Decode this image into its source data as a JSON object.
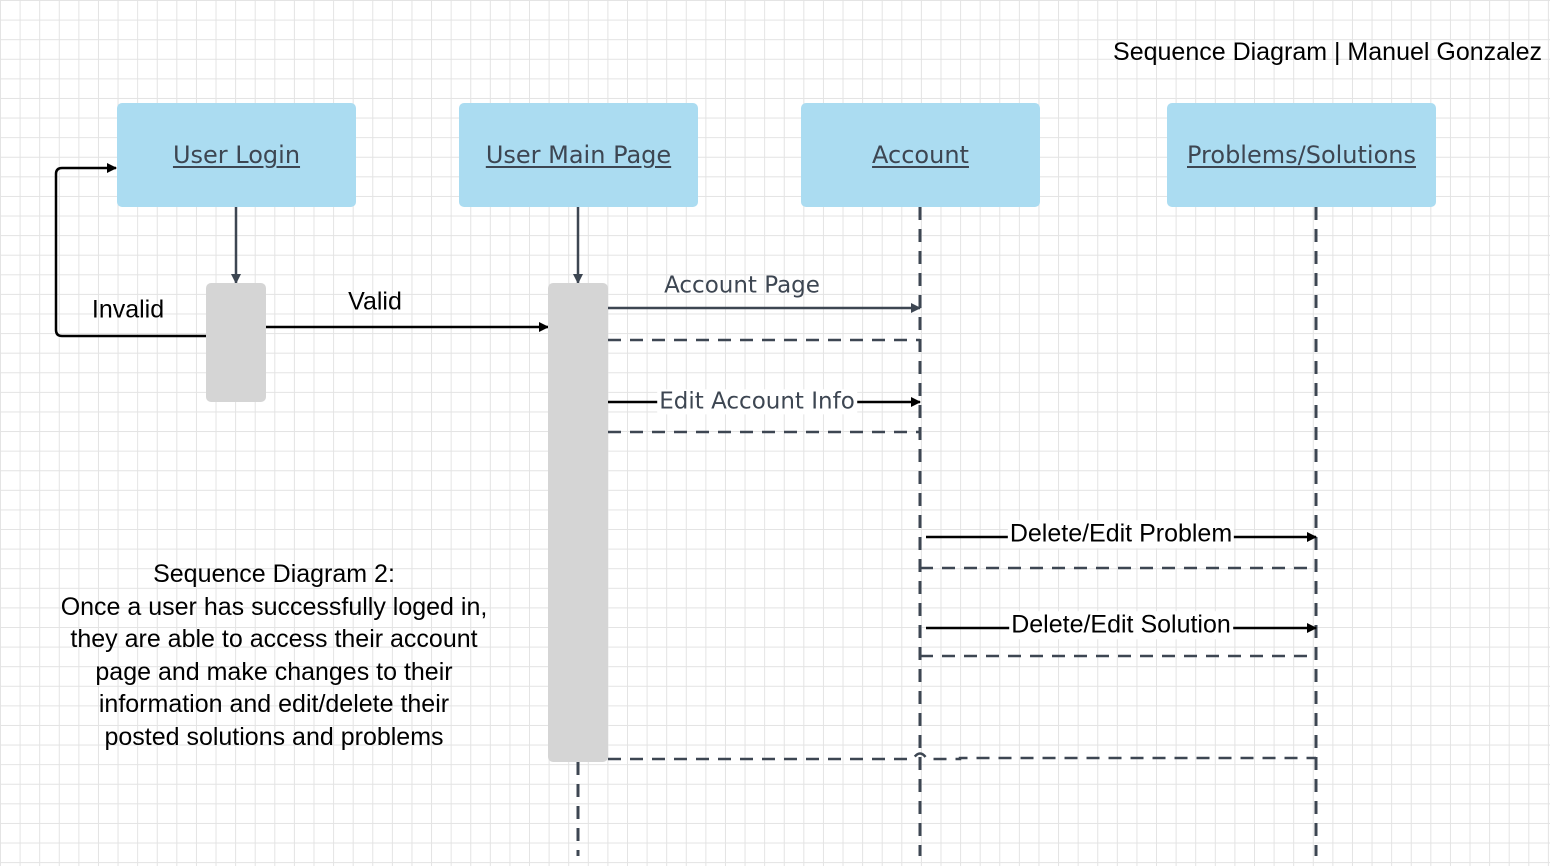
{
  "title": "Sequence Diagram | Manuel Gonzalez",
  "lifelines": [
    {
      "id": "user_login",
      "label": "User Login"
    },
    {
      "id": "user_main_page",
      "label": "User Main Page"
    },
    {
      "id": "account",
      "label": "Account"
    },
    {
      "id": "problems_solutions",
      "label": "Problems/Solutions"
    }
  ],
  "messages": {
    "invalid": "Invalid",
    "valid": "Valid",
    "account_page": "Account Page",
    "edit_account_info": "Edit Account Info",
    "delete_edit_problem": "Delete/Edit Problem",
    "delete_edit_solution": "Delete/Edit Solution"
  },
  "note": "Sequence Diagram 2:\nOnce a user has successfully loged in,\nthey are able to access their account\npage and make changes to their\ninformation and edit/delete their\nposted solutions and problems",
  "colors": {
    "lifeline_box": "#abdcf1",
    "activation": "#d5d5d5",
    "line_dark": "#3d4652",
    "line_black": "#000000"
  }
}
